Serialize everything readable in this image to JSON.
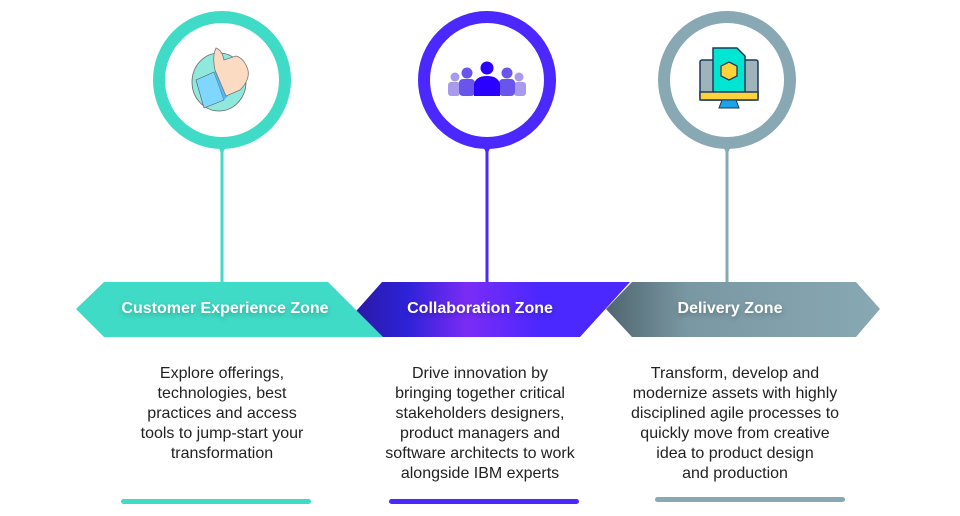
{
  "zones": [
    {
      "title": "Customer Experience Zone",
      "icon": "thumbs-up-icon",
      "color": "#40dbc6",
      "lines": [
        "Explore offerings,",
        "technologies, best",
        "practices and access",
        "tools to jump-start your",
        "transformation"
      ]
    },
    {
      "title": "Collaboration Zone",
      "icon": "people-group-icon",
      "color": "#4a28ff",
      "lines": [
        "Drive innovation by",
        "bringing together critical",
        "stakeholders designers,",
        "product managers and",
        "software architects to work",
        "alongside IBM experts"
      ]
    },
    {
      "title": "Delivery Zone",
      "icon": "monitor-package-icon",
      "color": "#88a8b4",
      "lines": [
        "Transform, develop and",
        "modernize assets with highly",
        "disciplined agile processes to",
        "quickly move from creative",
        "idea to product design",
        "and production"
      ]
    }
  ]
}
